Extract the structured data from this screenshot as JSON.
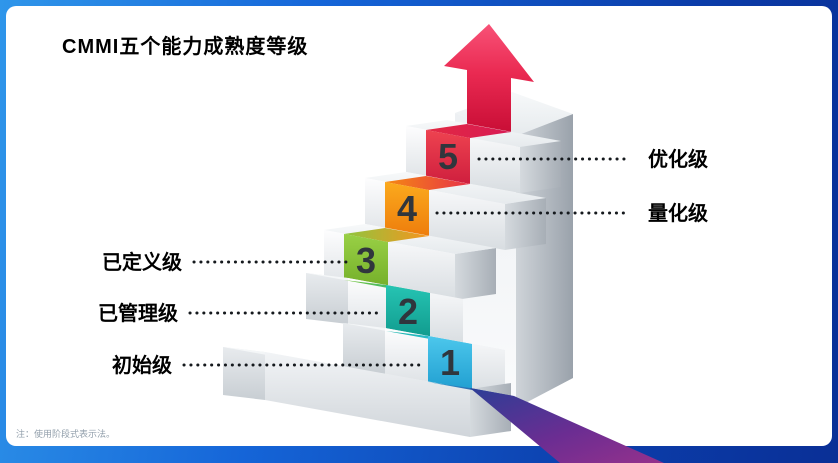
{
  "slide": {
    "title": "CMMI五个能力成熟度等级",
    "note": "注：使用阶段式表示法。",
    "frame_color": "#1565d8"
  },
  "diagram": {
    "type": "staircase-maturity-levels",
    "arrow_color": "#e8174b",
    "base_ribbon_color": "#5b2d90"
  },
  "levels": [
    {
      "num": "1",
      "label": "初始级",
      "color": "#35b6e0",
      "side": "left"
    },
    {
      "num": "2",
      "label": "已管理级",
      "color": "#1bb7a9",
      "side": "left"
    },
    {
      "num": "3",
      "label": "已定义级",
      "color": "#8dc63f",
      "side": "left"
    },
    {
      "num": "4",
      "label": "量化级",
      "color": "#f7941e",
      "side": "right"
    },
    {
      "num": "5",
      "label": "优化级",
      "color": "#e32b47",
      "side": "right"
    }
  ]
}
